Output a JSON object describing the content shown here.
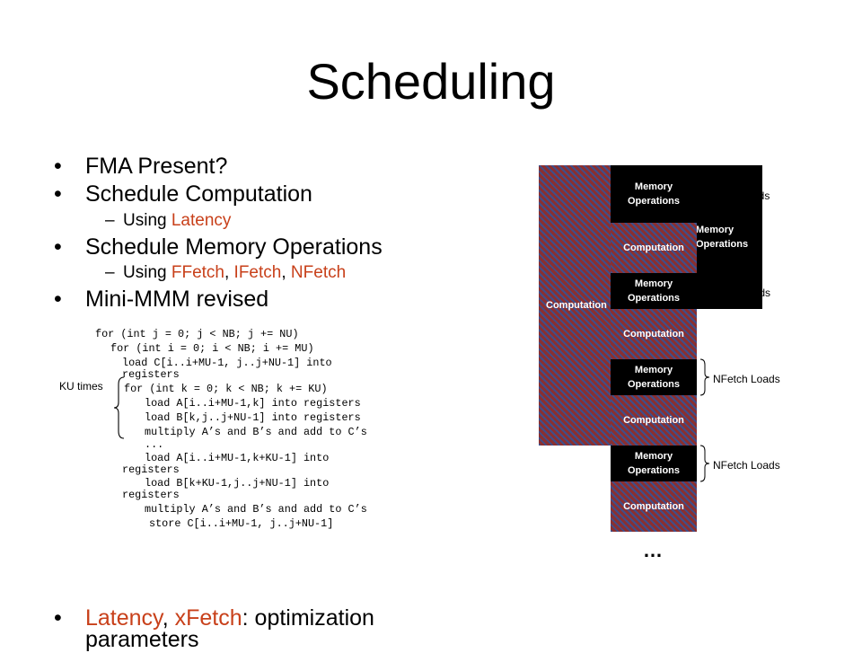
{
  "title": "Scheduling",
  "bullets": {
    "b1": "FMA Present?",
    "b2": "Schedule Computation",
    "b2_sub_prefix": "Using ",
    "b2_sub_hl": "Latency",
    "b3": "Schedule Memory Operations",
    "b3_sub_prefix": "Using ",
    "b3_sub_hl1": "FFetch",
    "b3_sub_sep1": ", ",
    "b3_sub_hl2": "IFetch",
    "b3_sub_sep2": ", ",
    "b3_sub_hl3": "NFetch",
    "b4": "Mini-MMM revised",
    "b5_hl1": "Latency",
    "b5_sep": ", ",
    "b5_hl2": "xFetch",
    "b5_rest_line1": ": optimization",
    "b5_line2": "parameters",
    "dot": "•",
    "dash": "–"
  },
  "code": {
    "l1": "for (int j = 0; j < NB; j += NU)",
    "l2": "for (int i = 0; i < NB; i += MU)",
    "l3a": "load C[i..i+MU-1, j..j+NU-1] into",
    "l3b": "registers",
    "l4": "for (int k = 0; k < NB; k += KU)",
    "l5": "load A[i..i+MU-1,k] into registers",
    "l6": "load B[k,j..j+NU-1] into registers",
    "l7": "multiply A’s and B’s and add to C’s",
    "l8": "...",
    "l9a": "load A[i..i+MU-1,k+KU-1] into",
    "l9b": "registers",
    "l10a": "load B[k+KU-1,j..j+NU-1] into",
    "l10b": "registers",
    "l11": "multiply A’s and B’s and add to C’s",
    "l12": "store C[i..i+MU-1, j..j+NU-1]",
    "ku_label": "KU times"
  },
  "diagram": {
    "big_computation": "Computation",
    "mem_ops": "Memory Operations",
    "computation": "Computation",
    "partial_mem": "Memory\nOperations",
    "partial_loads_top": "ads",
    "partial_loads_mid": "oads",
    "nfetch_loads": "NFetch Loads",
    "ellipsis": "…"
  },
  "colors": {
    "accent": "#c8401a",
    "block_black": "#000000",
    "hatch_red": "#8c2f2f",
    "hatch_blue": "#3d4f8c"
  }
}
